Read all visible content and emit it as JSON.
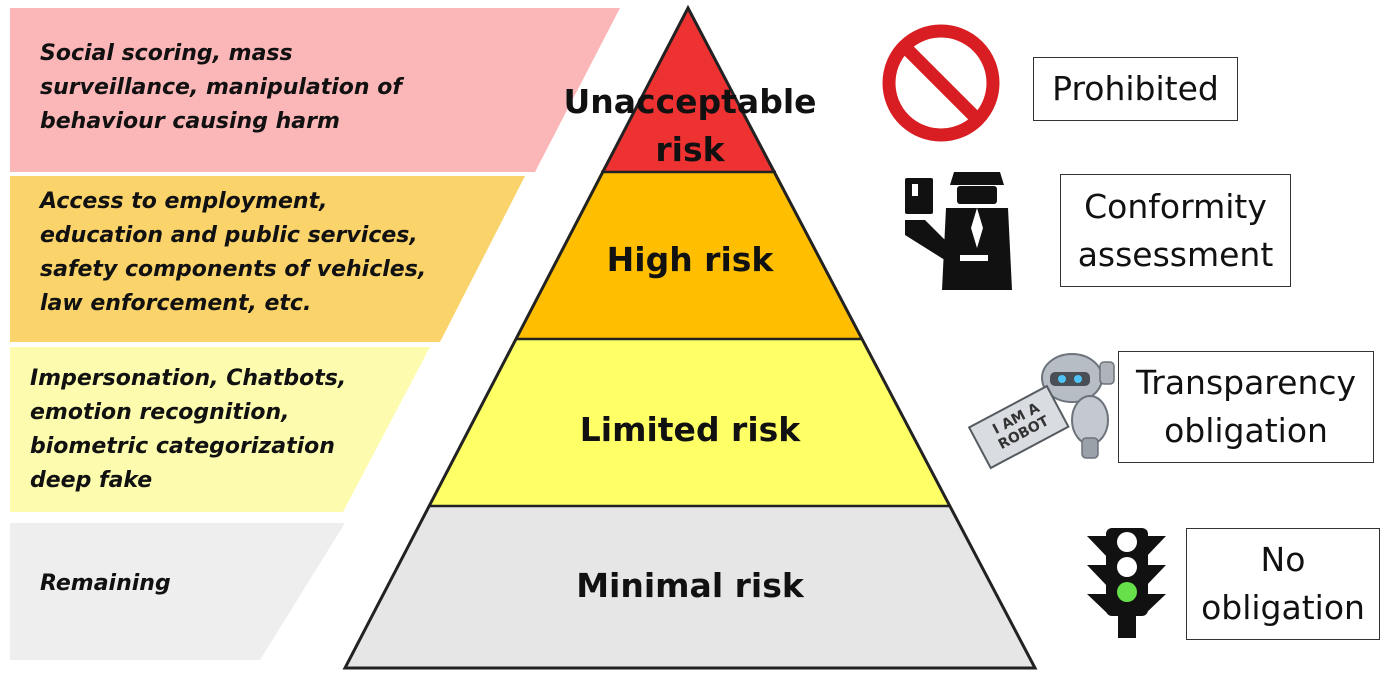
{
  "tiers": [
    {
      "id": "unacceptable",
      "label_lines": [
        "Unacceptable",
        "risk"
      ],
      "pyramid_color": "#ee3232",
      "band_color": "#fbb6b8",
      "description_lines": [
        "Social scoring, mass",
        "surveillance, manipulation of",
        "behaviour causing harm"
      ],
      "obligation_lines": [
        "Prohibited"
      ],
      "icon": "prohibited-icon"
    },
    {
      "id": "high",
      "label_lines": [
        "High risk"
      ],
      "pyramid_color": "#ffbf00",
      "band_color": "#fad46a",
      "description_lines": [
        "Access to employment,",
        "education and public services,",
        "safety components of vehicles,",
        "law enforcement, etc."
      ],
      "obligation_lines": [
        "Conformity",
        "assessment"
      ],
      "icon": "inspector-icon"
    },
    {
      "id": "limited",
      "label_lines": [
        "Limited risk"
      ],
      "pyramid_color": "#ffff66",
      "band_color": "#fdfcae",
      "description_lines": [
        "Impersonation, Chatbots,",
        "emotion recognition,",
        "biometric categorization",
        "deep fake"
      ],
      "obligation_lines": [
        "Transparency",
        "obligation"
      ],
      "icon": "robot-icon",
      "icon_sign_text": "I AM A ROBOT"
    },
    {
      "id": "minimal",
      "label_lines": [
        "Minimal risk"
      ],
      "pyramid_color": "#e6e6e6",
      "band_color": "#eeeeee",
      "description_lines": [
        "Remaining"
      ],
      "obligation_lines": [
        "No",
        "obligation"
      ],
      "icon": "traffic-light-icon"
    }
  ]
}
